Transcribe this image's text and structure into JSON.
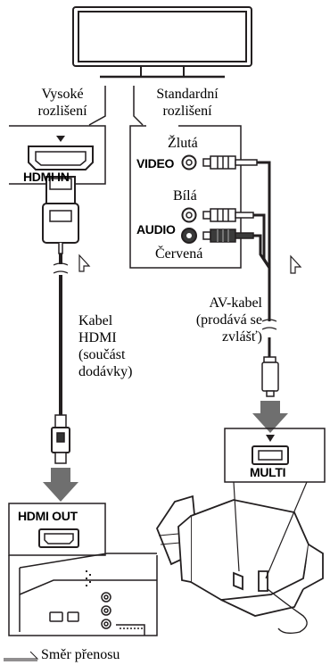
{
  "labels": {
    "high_res": "Vysoké rozlišení",
    "high_res_l1": "Vysoké",
    "high_res_l2": "rozlišení",
    "std_res_l1": "Standardní",
    "std_res_l2": "rozlišení",
    "yellow": "Žlutá",
    "white": "Bílá",
    "red": "Červená",
    "video": "VIDEO",
    "audio": "AUDIO",
    "hdmi_in": "HDMI IN",
    "hdmi_out": "HDMI OUT",
    "multi": "MULTI",
    "hdmi_cable_l1": "Kabel",
    "hdmi_cable_l2": "HDMI",
    "hdmi_cable_l3": "(součást",
    "hdmi_cable_l4": "dodávky)",
    "av_cable_l1": "AV-kabel",
    "av_cable_l2": "(prodává se",
    "av_cable_l3": "zvlášť)",
    "legend": "Směr přenosu"
  },
  "icons": [
    "tv-icon",
    "hdmi-port-icon",
    "rca-jack-icon",
    "hdmi-plug-icon",
    "multi-plug-icon",
    "down-arrow-icon",
    "up-arrow-icon",
    "camcorder-icon"
  ],
  "colors": {
    "arrow": "#6f6f6f",
    "line": "#231f20",
    "panel_bg": "#ffffff"
  }
}
